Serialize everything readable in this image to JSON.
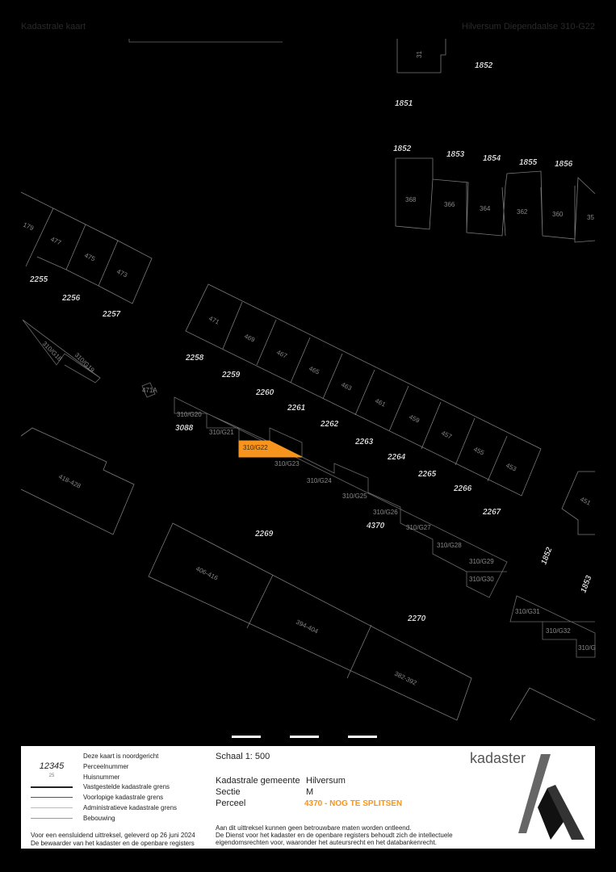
{
  "header": {
    "left": "Kadastrale kaart",
    "right": "Hilversum Diependaalse 310-G22"
  },
  "map": {
    "highlight_color": "#f7941d",
    "house_numbers": [
      "31",
      "368",
      "366",
      "364",
      "362",
      "360",
      "35",
      "179",
      "477",
      "475",
      "473",
      "471",
      "469",
      "467",
      "465",
      "463",
      "461",
      "459",
      "457",
      "455",
      "453",
      "451",
      "418-428",
      "406-416",
      "394-404",
      "382-392",
      "471A"
    ],
    "parcel_numbers": [
      "1852",
      "1851",
      "1852",
      "1853",
      "1854",
      "1855",
      "1856",
      "2255",
      "2256",
      "2257",
      "2258",
      "2259",
      "2260",
      "2261",
      "2262",
      "2263",
      "2264",
      "2265",
      "2266",
      "2267",
      "3088",
      "4370",
      "2269",
      "2270",
      "1852",
      "1853"
    ],
    "parcel_codes": [
      "310/G18",
      "310/G19",
      "310/G20",
      "310/G21",
      "310/G22",
      "310/G23",
      "310/G24",
      "310/G25",
      "310/G26",
      "310/G27",
      "310/G28",
      "310/G29",
      "310/G30",
      "310/G31",
      "310/G32",
      "310/G"
    ]
  },
  "legend": {
    "north": "Deze kaart is noordgericht",
    "perceelnummer_sample": "12345",
    "perceelnummer": "Perceelnummer",
    "huisnummer_sample": "25",
    "huisnummer": "Huisnummer",
    "vastgestelde": "Vastgestelde kadastrale grens",
    "voorlopige": "Voorlopige kadastrale grens",
    "administratieve": "Administratieve kadastrale grens",
    "bebouwing": "Bebouwing",
    "footer_line1": "Voor een eensluidend uittreksel, geleverd op 26 juni 2024",
    "footer_line2": "De bewaarder van het kadaster en de openbare registers",
    "scale": "Schaal 1: 500",
    "gemeente_label": "Kadastrale gemeente",
    "gemeente_value": "Hilversum",
    "sectie_label": "Sectie",
    "sectie_value": "M",
    "perceel_label": "Perceel",
    "perceel_value": "4370 - NOG TE SPLITSEN",
    "disclaimer1": "Aan dit uittreksel kunnen geen betrouwbare maten worden ontleend.",
    "disclaimer2": "De Dienst voor het kadaster en de openbare registers behoudt zich de intellectuele",
    "disclaimer3": "eigendomsrechten voor, waaronder het auteursrecht en het databankenrecht.",
    "brand": "kadaster"
  }
}
